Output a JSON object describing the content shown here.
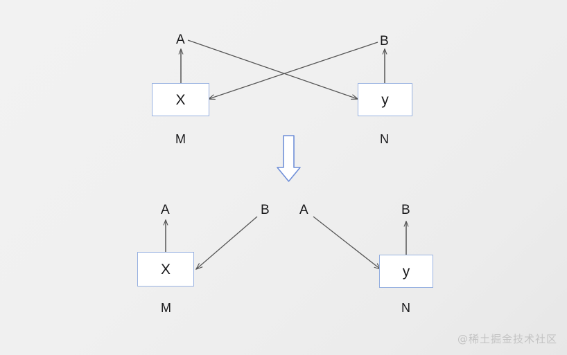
{
  "figure": {
    "title": "",
    "watermark": "@稀土掘金技术社区",
    "background_color": "#f0f0f0",
    "box_border_color": "#96b0e0",
    "box_fill_color": "#ffffff",
    "arrow_color": "#555555",
    "transform_arrow_color": "#6f8fd8",
    "text_color": "#18181a"
  },
  "panels": [
    {
      "id": "before",
      "nodes": [
        {
          "id": "m-box",
          "label": "X",
          "group": "M"
        },
        {
          "id": "n-box",
          "label": "y",
          "group": "N"
        }
      ],
      "labels": [
        {
          "id": "a-left",
          "text": "A"
        },
        {
          "id": "b-right",
          "text": "B"
        },
        {
          "id": "m-tag",
          "text": "M"
        },
        {
          "id": "n-tag",
          "text": "N"
        }
      ],
      "edges": [
        {
          "id": "x-to-a",
          "from": "X",
          "to": "A",
          "kind": "vertical"
        },
        {
          "id": "y-to-b",
          "from": "y",
          "to": "B",
          "kind": "vertical"
        },
        {
          "id": "a-to-y",
          "from": "A",
          "to": "y",
          "kind": "diagonal-cross"
        },
        {
          "id": "b-to-x",
          "from": "B",
          "to": "X",
          "kind": "diagonal-cross"
        }
      ]
    },
    {
      "id": "after",
      "nodes": [
        {
          "id": "m-box-2",
          "label": "X",
          "group": "M"
        },
        {
          "id": "n-box-2",
          "label": "y",
          "group": "N"
        }
      ],
      "labels": [
        {
          "id": "a-left-2",
          "text": "A"
        },
        {
          "id": "b-left-2",
          "text": "B"
        },
        {
          "id": "a-right-2",
          "text": "A"
        },
        {
          "id": "b-right-2",
          "text": "B"
        },
        {
          "id": "m-tag-2",
          "text": "M"
        },
        {
          "id": "n-tag-2",
          "text": "N"
        }
      ],
      "edges": [
        {
          "id": "x-to-a-2",
          "from": "X",
          "to": "A",
          "kind": "vertical"
        },
        {
          "id": "b-to-x-2",
          "from": "B",
          "to": "X",
          "kind": "diagonal"
        },
        {
          "id": "a-to-y-2",
          "from": "A",
          "to": "y",
          "kind": "diagonal"
        },
        {
          "id": "y-to-b-2",
          "from": "y",
          "to": "B",
          "kind": "vertical"
        }
      ]
    }
  ],
  "transform_arrow": {
    "id": "transform-down-arrow",
    "direction": "down",
    "style": "hollow-block-arrow"
  }
}
